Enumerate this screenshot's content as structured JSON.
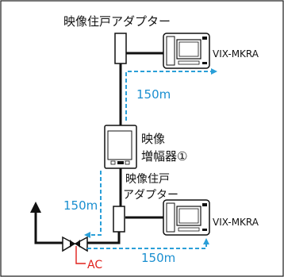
{
  "labels": {
    "adapter_top": "映像住戸アダプター",
    "device_top": "VIX-MKRA",
    "distance_top": "150m",
    "amp_line1": "映像",
    "amp_line2": "増幅器①",
    "adapter_bottom_line1": "映像住戸",
    "adapter_bottom_line2": "アダプター",
    "distance_left": "150m",
    "device_bottom": "VIX-MKRA",
    "distance_bottom": "150m",
    "ac": "AC"
  },
  "colors": {
    "border": "#1a1a1a",
    "wire": "#111111",
    "distance_arrow": "#2a9fd8",
    "distance_text": "#1a8fd0",
    "ac": "#e0201c"
  }
}
